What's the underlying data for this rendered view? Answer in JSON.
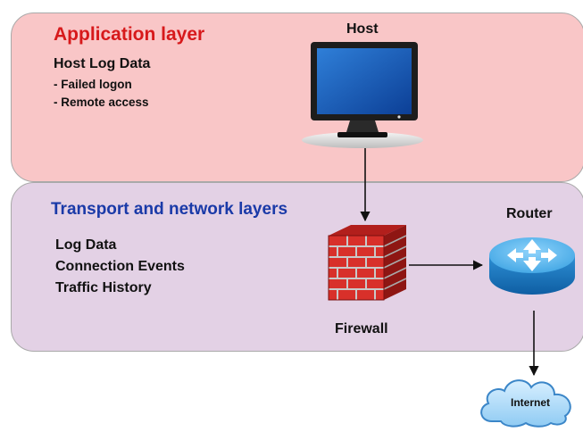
{
  "application_layer": {
    "title": "Application layer",
    "host_log_title": "Host Log Data",
    "items": [
      "- Failed logon",
      "- Remote access"
    ]
  },
  "network_layer": {
    "title": "Transport and network layers",
    "items": [
      "Log Data",
      "Connection Events",
      "Traffic History"
    ]
  },
  "nodes": {
    "host": "Host",
    "firewall": "Firewall",
    "router": "Router",
    "internet": "Internet"
  },
  "icons": {
    "host": "monitor-icon",
    "firewall": "brick-wall-icon",
    "router": "router-icon",
    "internet": "cloud-icon"
  },
  "colors": {
    "application_layer_fill": "#f9c6c7",
    "network_layer_fill": "#e3d1e5",
    "application_title": "#d7191b",
    "network_title": "#1a3aa8"
  }
}
